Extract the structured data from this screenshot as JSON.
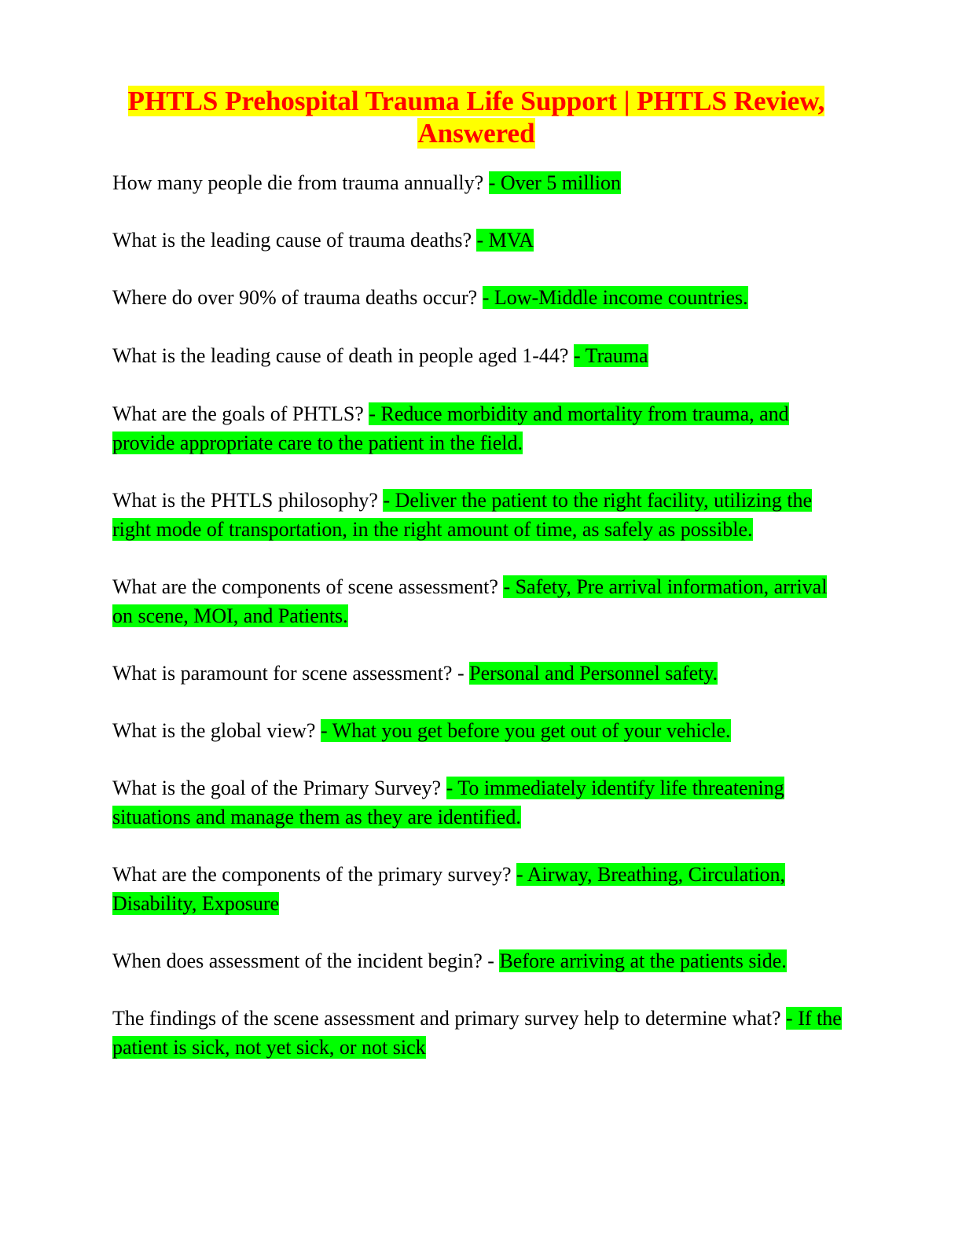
{
  "document": {
    "title": "PHTLS Prehospital Trauma Life Support | PHTLS Review, Answered",
    "colors": {
      "title_text": "#ff0000",
      "title_highlight": "#ffff00",
      "answer_highlight": "#00ff00",
      "body_text": "#000000"
    },
    "items": [
      {
        "q": "How many people die from trauma annually? ",
        "sep": "",
        "a": "- Over 5 million"
      },
      {
        "q": "What is the leading cause of trauma deaths? ",
        "sep": "",
        "a": "- MVA"
      },
      {
        "q": "Where do over 90% of trauma deaths occur? ",
        "sep": "",
        "a": "- Low-Middle income countries."
      },
      {
        "q": "What is the leading cause of death in people aged 1-44? ",
        "sep": "",
        "a": "- Trauma"
      },
      {
        "q": "What are the goals of PHTLS? ",
        "sep": "",
        "a": "- Reduce morbidity and mortality from trauma, and provide appropriate care to the patient in the field."
      },
      {
        "q": "What is the PHTLS philosophy? ",
        "sep": "",
        "a": "- Deliver the patient to the right facility, utilizing the right mode of transportation, in the right amount of time, as safely as possible."
      },
      {
        "q": "What are the components of scene assessment? ",
        "sep": "",
        "a": "- Safety, Pre arrival information, arrival on scene, MOI, and Patients."
      },
      {
        "q": "What is paramount for scene assessment? ",
        "sep": "- ",
        "a": "Personal and Personnel safety."
      },
      {
        "q": "What is the global view? ",
        "sep": "",
        "a": "- What you get before you get out of your vehicle."
      },
      {
        "q": "What is the goal of the Primary Survey? ",
        "sep": "",
        "a": "- To immediately identify life threatening situations and manage them as they are identified."
      },
      {
        "q": "What are the components of the primary survey? ",
        "sep": "",
        "a": "- Airway, Breathing, Circulation, Disability, Exposure"
      },
      {
        "q": "When does assessment of the incident begin? ",
        "sep": "- ",
        "a": "Before arriving at the patients side."
      },
      {
        "q": "The findings of the scene assessment and primary survey help to determine what? ",
        "sep": "",
        "a": "- If the patient is sick, not yet sick, or not sick"
      }
    ]
  }
}
